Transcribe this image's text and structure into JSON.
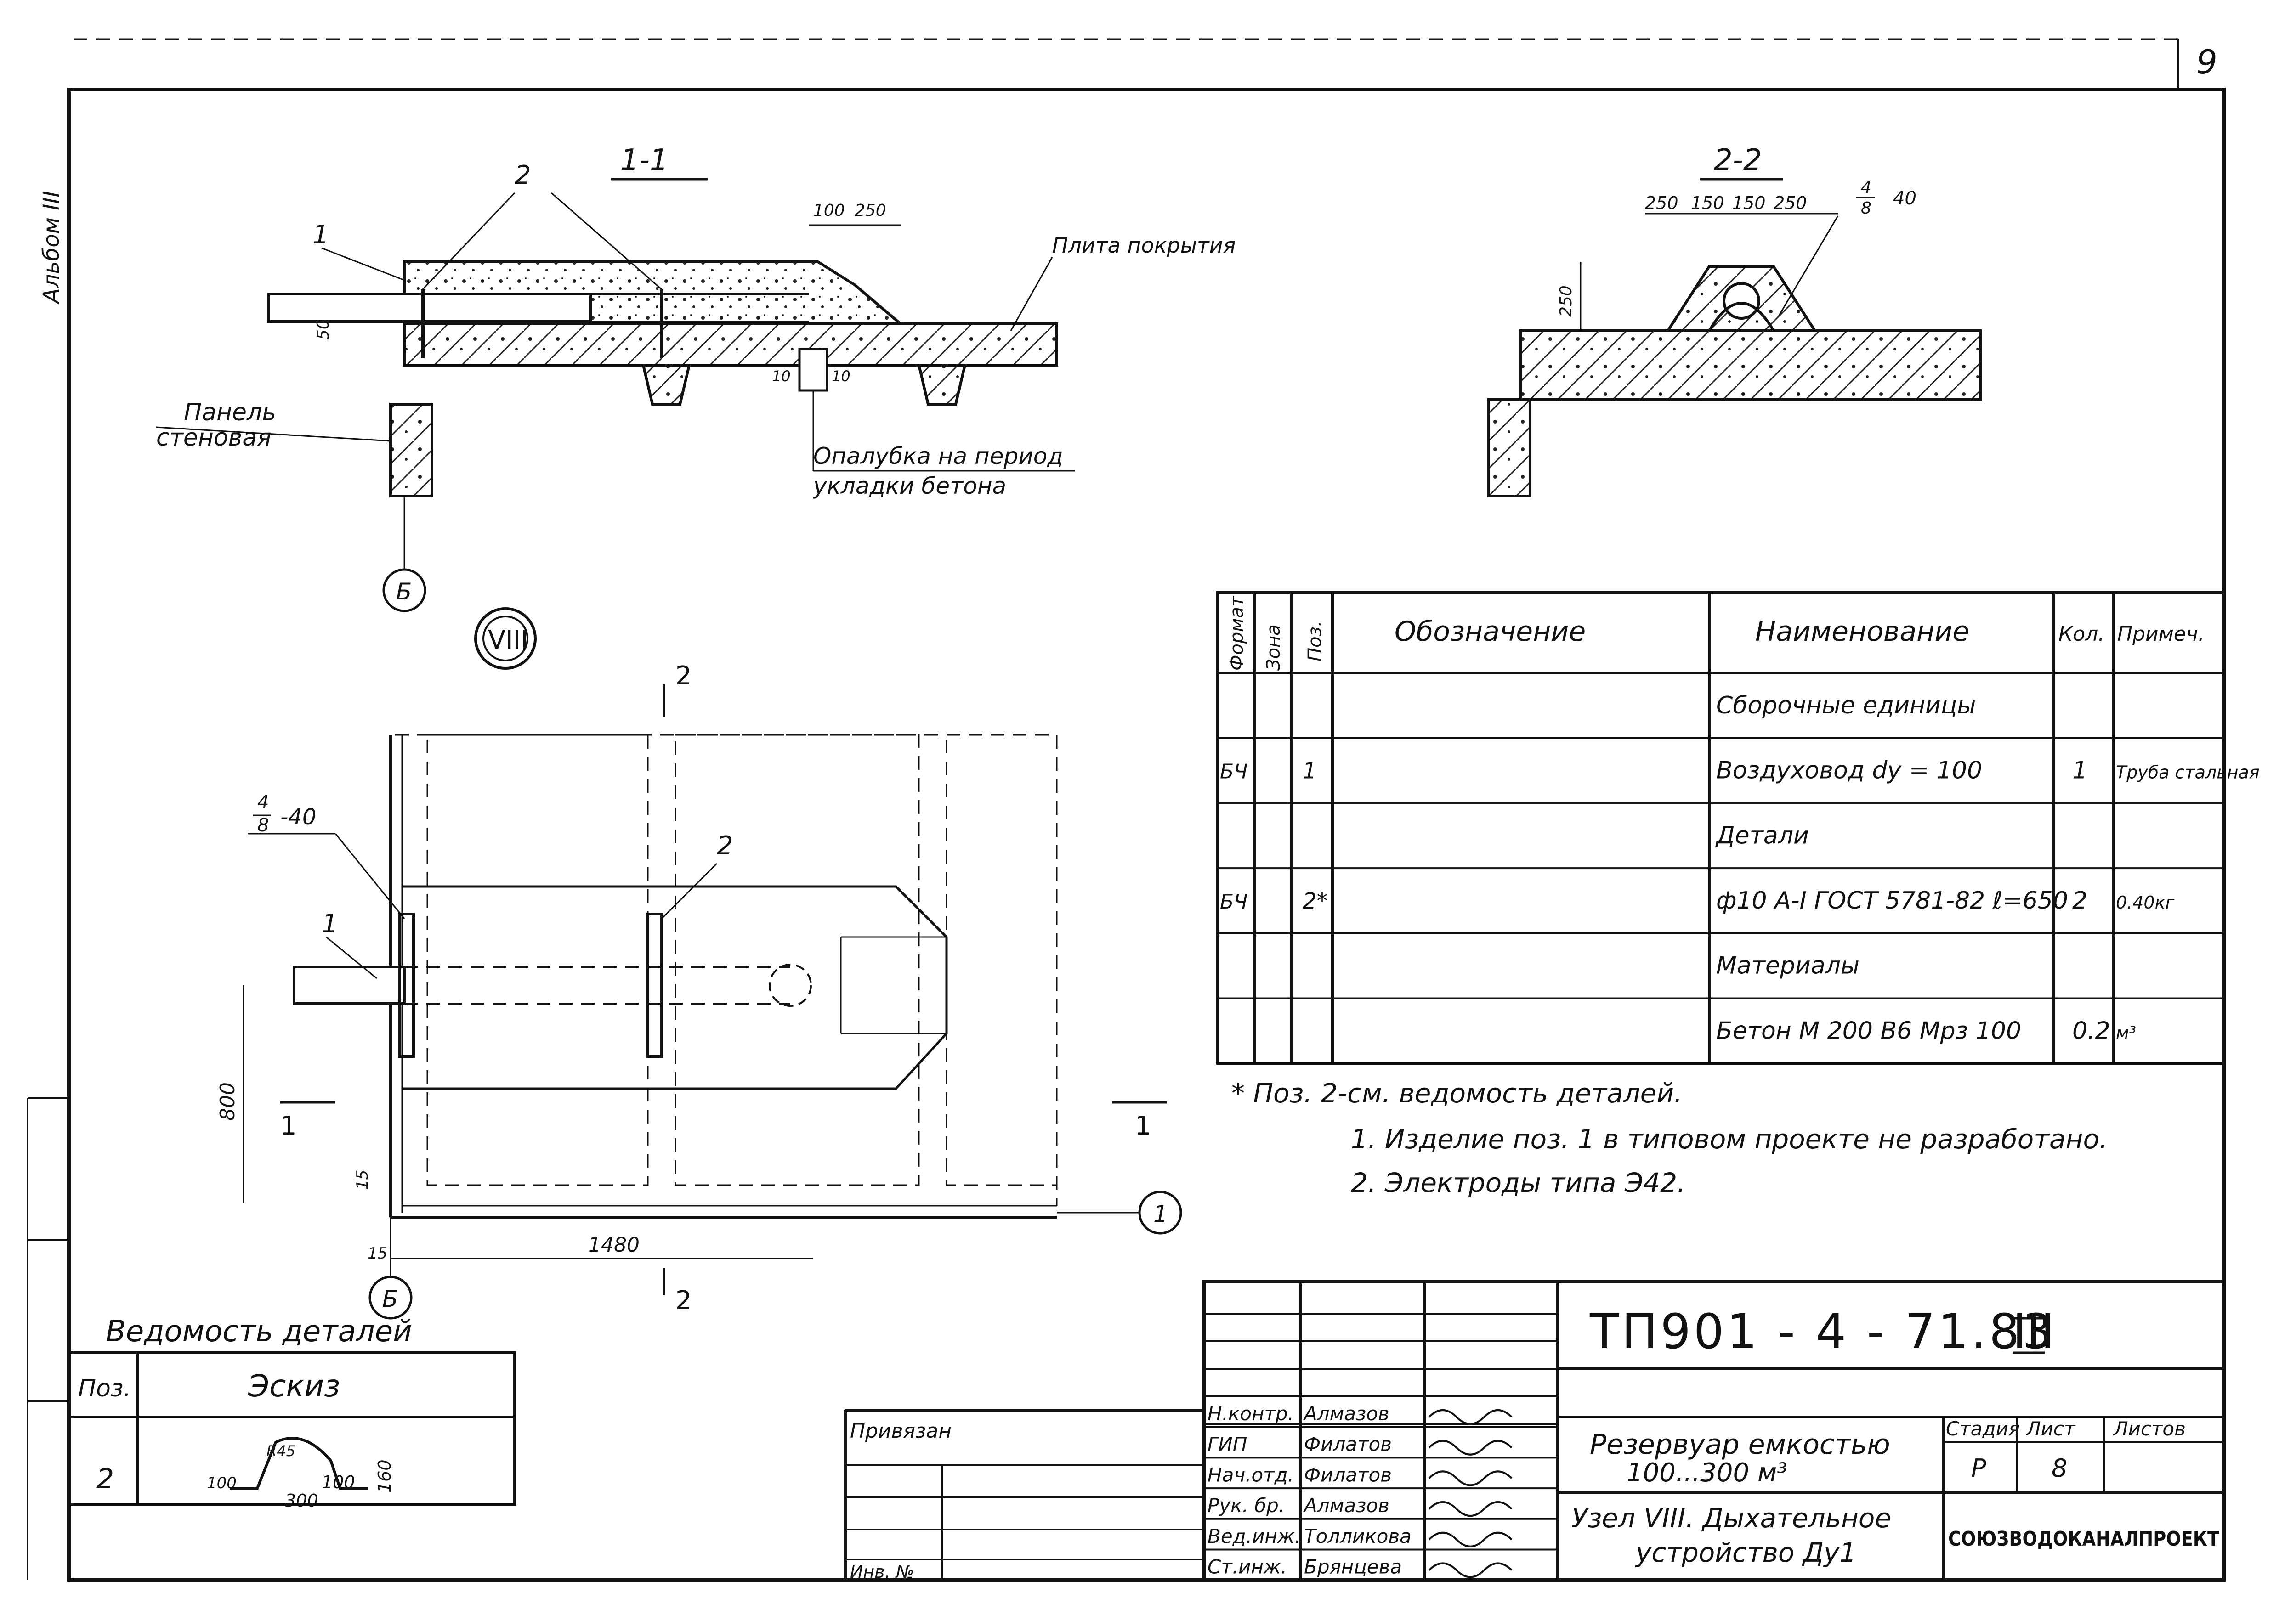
{
  "sheet": {
    "page_number": "9",
    "album_label": "Альбом",
    "album_number": "III"
  },
  "section_1": {
    "title": "1-1",
    "pos_1": "1",
    "pos_2": "2",
    "dim_100": "100",
    "dim_250": "250",
    "dim_50": "50",
    "dim_10a": "10",
    "dim_10b": "10",
    "slab_label": "Плита покрытия",
    "panel_label_1": "Панель",
    "panel_label_2": "стеновая",
    "formwork_label_1": "Опалубка на период",
    "formwork_label_2": "укладки бетона",
    "axis_b": "Б"
  },
  "section_2": {
    "title": "2-2",
    "dims": [
      "250",
      "150",
      "150",
      "250"
    ],
    "weld_num": "4",
    "weld_den": "8",
    "weld_len": "40",
    "dim_250v": "250"
  },
  "plan": {
    "node_label": "VIII",
    "cut_2_top": "2",
    "cut_2_bottom": "2",
    "weld_num": "4",
    "weld_den": "8",
    "weld_len": "-40",
    "pos_1": "1",
    "pos_2": "2",
    "dim_800": "800",
    "cut_1_left": "1",
    "cut_1_right": "1",
    "dim_15a": "15",
    "dim_15b": "15",
    "dim_1480": "1480",
    "axis_1": "1",
    "axis_b": "Б"
  },
  "spec_table": {
    "headers": [
      "Формат",
      "Зона",
      "Поз.",
      "Обозначение",
      "Наименование",
      "Кол.",
      "Примеч."
    ],
    "rows": [
      {
        "format": "",
        "zone": "",
        "pos": "",
        "designation": "",
        "name": "Сборочные единицы",
        "qty": "",
        "note": ""
      },
      {
        "format": "БЧ",
        "zone": "",
        "pos": "1",
        "designation": "",
        "name": "Воздуховод  dу = 100",
        "qty": "1",
        "note": "Труба стальная"
      },
      {
        "format": "",
        "zone": "",
        "pos": "",
        "designation": "",
        "name": "Детали",
        "qty": "",
        "note": ""
      },
      {
        "format": "БЧ",
        "zone": "",
        "pos": "2*",
        "designation": "",
        "name": "ф10 А-I ГОСТ 5781-82 ℓ=650",
        "qty": "2",
        "note": "0.40кг"
      },
      {
        "format": "",
        "zone": "",
        "pos": "",
        "designation": "",
        "name": "Материалы",
        "qty": "",
        "note": ""
      },
      {
        "format": "",
        "zone": "",
        "pos": "",
        "designation": "",
        "name": "Бетон М 200 В6 Мрз 100",
        "qty": "0.2",
        "note": "м³"
      }
    ]
  },
  "notes": {
    "footnote": "* Поз. 2-см. ведомость деталей.",
    "items": [
      "1. Изделие  поз. 1 в типовом  проекте не разработано.",
      "2. Электроды  типа Э42."
    ]
  },
  "details_table": {
    "title": "Ведомость деталей",
    "header_pos": "Поз.",
    "header_sketch": "Эскиз",
    "row_pos": "2",
    "sketch_dims": [
      "100",
      "R45",
      "300",
      "100",
      "160"
    ]
  },
  "title_block": {
    "doc_code": "ТП901 - 4 - 71.83",
    "doc_album": "III",
    "tied_label": "Привязан",
    "inv_label": "Инв. №",
    "staff": [
      {
        "role": "Н.контр.",
        "name": "Алмазов"
      },
      {
        "role": "ГИП",
        "name": "Филатов"
      },
      {
        "role": "Нач.отд.",
        "name": "Филатов"
      },
      {
        "role": "Рук. бр.",
        "name": "Алмазов"
      },
      {
        "role": "Вед.инж.",
        "name": "Толликова"
      },
      {
        "role": "Ст.инж.",
        "name": "Брянцева"
      }
    ],
    "object_line1": "Резервуар емкостью",
    "object_line2": "100...300 м³",
    "sheet_title_line1": "Узел VIII. Дыхательное",
    "sheet_title_line2": "устройство Ду1",
    "stage_label": "Стадия",
    "sheet_label": "Лист",
    "sheets_label": "Листов",
    "stage_value": "Р",
    "sheet_value": "8",
    "sheets_value": "",
    "organization": "СОЮЗВОДОКАНАЛПРОЕКТ"
  }
}
